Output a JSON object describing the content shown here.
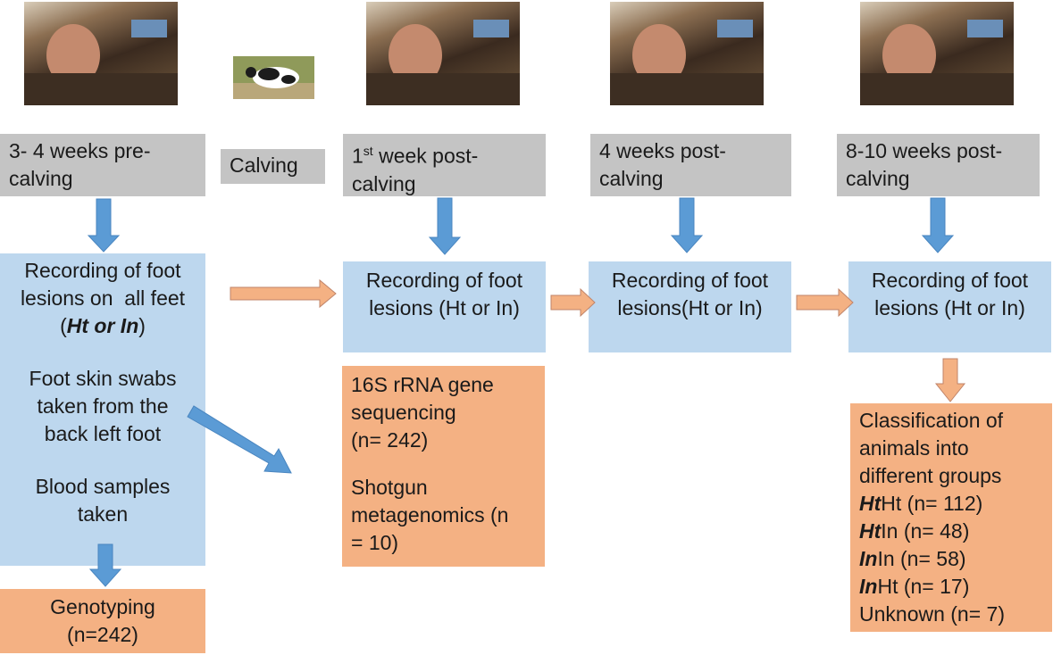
{
  "stages": {
    "pre_calving": {
      "line1": "3- 4 weeks pre-",
      "line2": "calving"
    },
    "calving": {
      "label": "Calving"
    },
    "week1": {
      "prefix": "1",
      "sup": "st",
      "suffix": " week post-",
      "line2": "calving"
    },
    "week4": {
      "line1": "4 weeks post-",
      "line2": "calving"
    },
    "week8": {
      "line1": "8-10 weeks post-",
      "line2": "calving"
    }
  },
  "recording": {
    "pre": {
      "line1": "Recording of foot",
      "line2": "lesions on  all feet",
      "open": "(",
      "emph": "Ht or In",
      "close": ")",
      "swabs": [
        "Foot skin swabs",
        "taken from the",
        "back left foot"
      ],
      "blood": [
        "Blood samples",
        "taken"
      ]
    },
    "week1": [
      "Recording of foot",
      "lesions (Ht or In)"
    ],
    "week4": [
      "Recording of foot",
      "lesions(Ht or In)"
    ],
    "week8": [
      "Recording of foot",
      "lesions (Ht or In)"
    ]
  },
  "genotyping": [
    "Genotyping",
    "(n=242)"
  ],
  "sequencing": {
    "rrna": [
      "16S rRNA gene",
      "sequencing",
      "(n= 242)"
    ],
    "shotgun": [
      "Shotgun",
      "metagenomics (n",
      "= 10)"
    ]
  },
  "classification": {
    "heading": [
      "Classification of",
      "animals into",
      "different groups"
    ],
    "groups": [
      {
        "bold": "Ht",
        "rest": "Ht (n= 112)"
      },
      {
        "bold": "Ht",
        "rest": "In (n= 48)"
      },
      {
        "bold": "In",
        "rest": "In (n= 58)"
      },
      {
        "bold": "In",
        "rest": "Ht (n= 17)"
      }
    ],
    "unknown": "Unknown (n= 7)"
  },
  "colors": {
    "stage_gray": "#c4c4c4",
    "recording_blue": "#bdd7ee",
    "result_orange": "#f4b183",
    "arrow_blue": "#5b9bd5",
    "arrow_orange": "#f4b183"
  }
}
